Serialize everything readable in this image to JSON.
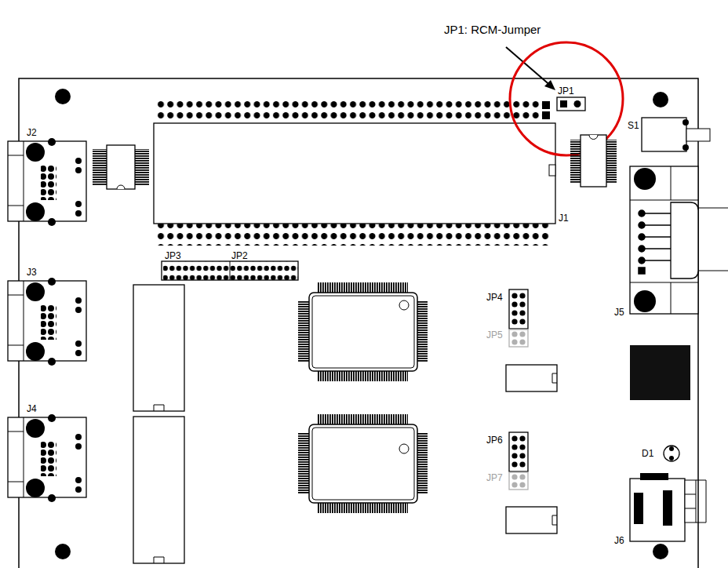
{
  "diagram": {
    "labels": [
      "JP1: RCM-Jumper",
      "JP1",
      "J2",
      "S1",
      "J1",
      "J3",
      "JP3",
      "JP2",
      "JP4",
      "JP5",
      "J5",
      "JP6",
      "JP7",
      "D1",
      "J4",
      "J6"
    ]
  }
}
